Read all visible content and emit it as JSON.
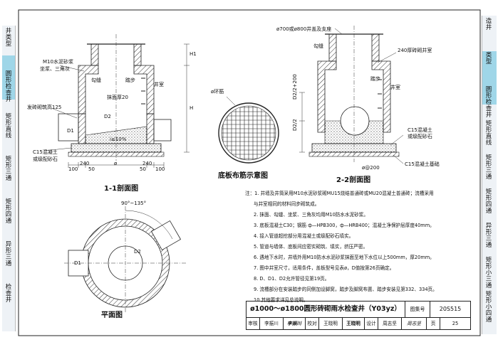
{
  "left_tabs": [
    "井类型",
    "圆形检查井",
    "矩形直线",
    "矩形三通",
    "矩形四通",
    "异形三通",
    "检查井"
  ],
  "left_tabs_short": [
    "井",
    "类",
    "型"
  ],
  "right_tabs": [
    "造井",
    "类型",
    "圆形检查井",
    "矩形直线",
    "矩形三通",
    "矩形四通",
    "异形三通",
    "矩形小三通",
    "矩形小四通"
  ],
  "drawing": {
    "section11_title": "1-1剖面图",
    "section22_title": "2-2剖面图",
    "rebar_title": "底板布筋示意图",
    "plan_title": "平面图",
    "labels_11": {
      "mortar": "M10水泥砂浆",
      "mortar2": "坐浆、三角灰",
      "joint": "勾缝",
      "step": "踏步",
      "wall": "井室",
      "plaster": "抹面厚20",
      "pipe_plaster": "发砖砌筑高125",
      "base": "C15混凝土",
      "base2": "或级配砂石",
      "slope": "i≤10%",
      "h1": "H1",
      "h": "H",
      "d1": "D1",
      "d2": "D2",
      "dim_100": "100",
      "dim_240a": "240",
      "dim_phi": "ø",
      "dim_240b": "240",
      "dim_100b": "100",
      "dim_50a": "50",
      "dim_50b": "50"
    },
    "labels_22": {
      "cover": "ø700或ø800井盖及支座",
      "joint": "勾缝",
      "wall": "240厚砖砌井室",
      "step": "踏步",
      "wall2": "井室",
      "d2_200": "D2/2+200",
      "d2_2": "D2/2",
      "base": "C15混凝土",
      "base2": "或级配砂石",
      "base3": "C15混凝土基础",
      "rebar": "ø@200"
    },
    "labels_rebar": {
      "ring": "ø环筋"
    },
    "labels_plan": {
      "angle": "90°~135°",
      "d2": "D2",
      "d1": "D1"
    }
  },
  "notes": [
    "注：1. 井墙及井筒采用M10水泥砂浆砌MU15烧结普通砖或MU20混凝土普通砖；流槽采用",
    "与井室相同的材料同步砌筑成。",
    "2. 抹面、勾缝、坐浆、三角灰均用M10防水水泥砂浆。",
    "3. 底板混凝土C30；钢筋 ф—HPB300，ф—HRB400；混凝土净保护层厚度40mm。",
    "4. 接入管道超挖部分用混凝土或级配砂石填实。",
    "5. 管道与墙体、底板间应密实砌筑、填实，挤压严密。",
    "6. 遇地下水时，井墙外用M10防水水泥砂浆抹面至地下水位以上500mm，厚20mm。",
    "7. 图中井室尺寸，适用条件，盖板型号见表ø，D值按第26页确定。",
    "8. D、D1、D2允许管径见第19页。",
    "9. 流槽部分在安装踏步的同侧加设脚窝，踏步及脚窝布置、踏步安装见第332、334页。",
    "10.其他要求详见总说明。"
  ],
  "title_block": {
    "title": "ø1000～ø1800圆形砖砌雨水检查井（Y03yz）",
    "atlas_label": "图集号",
    "atlas_no": "20S515",
    "review_label": "审核",
    "reviewer": "李振川",
    "reviewer_sig": "李振川",
    "check_label": "校对",
    "checker": "王晓明",
    "checker_sig": "王晓明",
    "design_label": "设计",
    "designer": "周志坚",
    "designer_sig": "周志坚",
    "page_label": "页",
    "page_no": "25"
  }
}
